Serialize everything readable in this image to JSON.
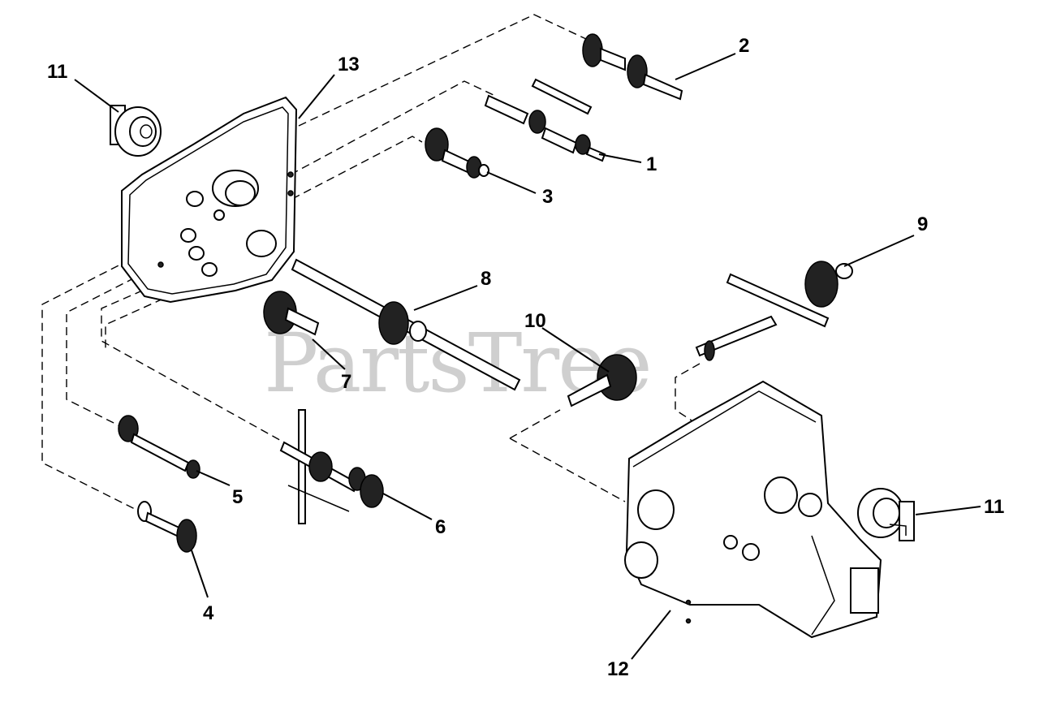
{
  "diagram": {
    "watermark": "PartsTree",
    "callouts": {
      "c1": "1",
      "c2": "2",
      "c3": "3",
      "c4": "4",
      "c5": "5",
      "c6": "6",
      "c7": "7",
      "c8": "8",
      "c9": "9",
      "c10": "10",
      "c11a": "11",
      "c11b": "11",
      "c12": "12",
      "c13": "13"
    }
  }
}
